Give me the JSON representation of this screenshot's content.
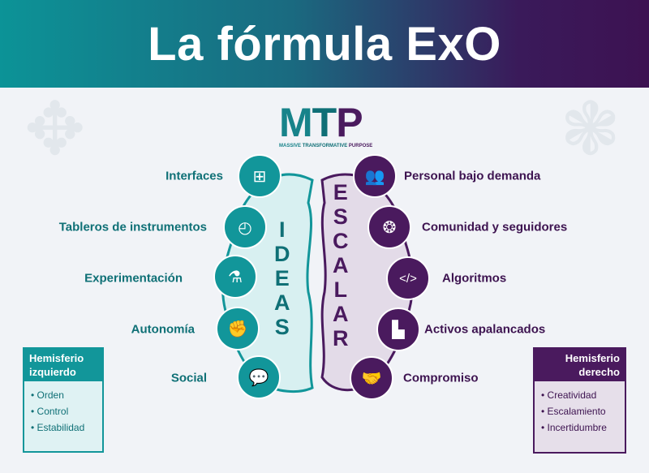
{
  "title": "La fórmula ExO",
  "mtp": {
    "letters": [
      "M",
      "T",
      "P"
    ],
    "subtitle": [
      "MASSIVE",
      "TRANSFORMATIVE",
      "PURPOSE"
    ]
  },
  "left": {
    "word": [
      "I",
      "D",
      "E",
      "A",
      "S"
    ],
    "items": [
      {
        "label": "Interfaces",
        "icon": "flowchart-icon"
      },
      {
        "label": "Tableros de instrumentos",
        "icon": "gauge-icon"
      },
      {
        "label": "Experimentación",
        "icon": "flask-icon"
      },
      {
        "label": "Autonomía",
        "icon": "fist-icon"
      },
      {
        "label": "Social",
        "icon": "chat-bubbles-icon"
      }
    ]
  },
  "right": {
    "word": [
      "E",
      "S",
      "C",
      "A",
      "L",
      "A",
      "R"
    ],
    "items": [
      {
        "label": "Personal bajo demanda",
        "icon": "people-icon"
      },
      {
        "label": "Comunidad y seguidores",
        "icon": "community-icon"
      },
      {
        "label": "Algoritmos",
        "icon": "code-icon"
      },
      {
        "label": "Activos apalancados",
        "icon": "buildings-icon"
      },
      {
        "label": "Compromiso",
        "icon": "handshake-icon"
      }
    ]
  },
  "left_box": {
    "title": "Hemisferio izquierdo",
    "items": [
      "Orden",
      "Control",
      "Estabilidad"
    ]
  },
  "right_box": {
    "title": "Hemisferio derecho",
    "items": [
      "Creatividad",
      "Escalamiento",
      "Incertidumbre"
    ]
  },
  "colors": {
    "teal": "#12969a",
    "purple": "#4a1a5e"
  }
}
